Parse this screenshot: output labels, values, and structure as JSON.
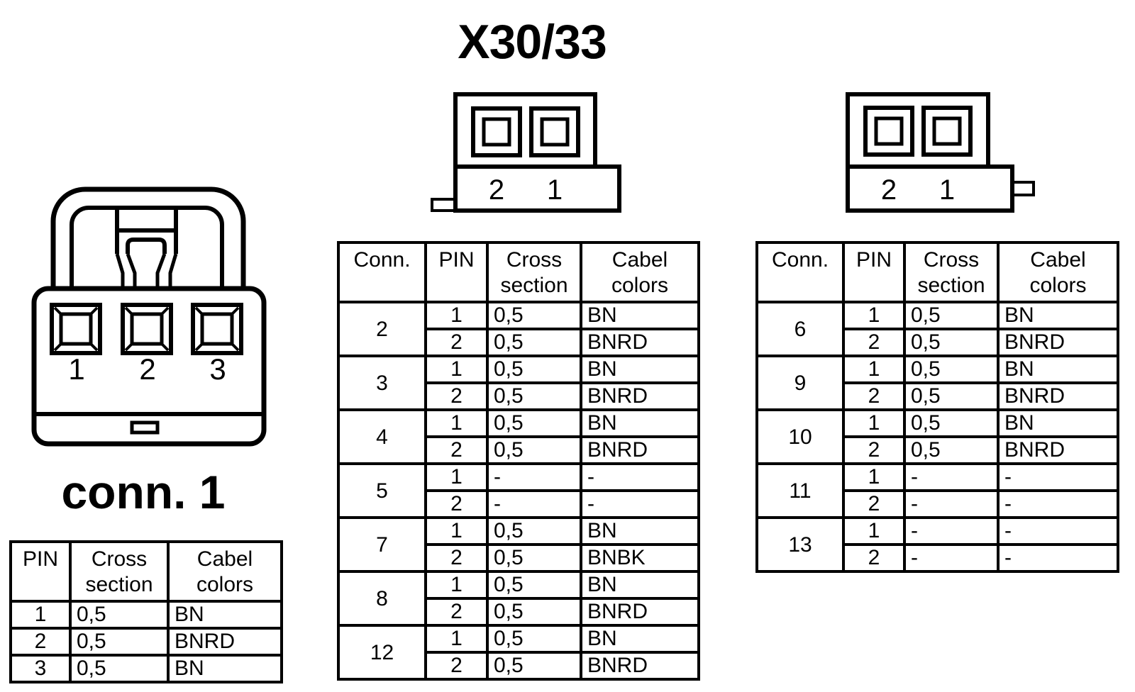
{
  "page": {
    "background": "#ffffff",
    "ink": "#000000"
  },
  "title": "X30/33",
  "conn1": {
    "caption": "conn. 1",
    "pin_labels": [
      "1",
      "2",
      "3"
    ],
    "table": {
      "headers": [
        "PIN",
        "Cross section",
        "Cabel colors"
      ],
      "rows": [
        {
          "pin": "1",
          "cross_section": "0,5",
          "cable_color": "BN"
        },
        {
          "pin": "2",
          "cross_section": "0,5",
          "cable_color": "BNRD"
        },
        {
          "pin": "3",
          "cross_section": "0,5",
          "cable_color": "BN"
        }
      ]
    }
  },
  "connector_a": {
    "pin_labels": [
      "2",
      "1"
    ]
  },
  "connector_b": {
    "pin_labels": [
      "2",
      "1"
    ]
  },
  "table_a": {
    "headers": [
      "Conn.",
      "PIN",
      "Cross section",
      "Cabel colors"
    ],
    "groups": [
      {
        "conn": "2",
        "pins": [
          {
            "pin": "1",
            "cross_section": "0,5",
            "cable_color": "BN"
          },
          {
            "pin": "2",
            "cross_section": "0,5",
            "cable_color": "BNRD"
          }
        ]
      },
      {
        "conn": "3",
        "pins": [
          {
            "pin": "1",
            "cross_section": "0,5",
            "cable_color": "BN"
          },
          {
            "pin": "2",
            "cross_section": "0,5",
            "cable_color": "BNRD"
          }
        ]
      },
      {
        "conn": "4",
        "pins": [
          {
            "pin": "1",
            "cross_section": "0,5",
            "cable_color": "BN"
          },
          {
            "pin": "2",
            "cross_section": "0,5",
            "cable_color": "BNRD"
          }
        ]
      },
      {
        "conn": "5",
        "pins": [
          {
            "pin": "1",
            "cross_section": "-",
            "cable_color": "-"
          },
          {
            "pin": "2",
            "cross_section": "-",
            "cable_color": "-"
          }
        ]
      },
      {
        "conn": "7",
        "pins": [
          {
            "pin": "1",
            "cross_section": "0,5",
            "cable_color": "BN"
          },
          {
            "pin": "2",
            "cross_section": "0,5",
            "cable_color": "BNBK"
          }
        ]
      },
      {
        "conn": "8",
        "pins": [
          {
            "pin": "1",
            "cross_section": "0,5",
            "cable_color": "BN"
          },
          {
            "pin": "2",
            "cross_section": "0,5",
            "cable_color": "BNRD"
          }
        ]
      },
      {
        "conn": "12",
        "pins": [
          {
            "pin": "1",
            "cross_section": "0,5",
            "cable_color": "BN"
          },
          {
            "pin": "2",
            "cross_section": "0,5",
            "cable_color": "BNRD"
          }
        ]
      }
    ]
  },
  "table_b": {
    "headers": [
      "Conn.",
      "PIN",
      "Cross section",
      "Cabel colors"
    ],
    "groups": [
      {
        "conn": "6",
        "pins": [
          {
            "pin": "1",
            "cross_section": "0,5",
            "cable_color": "BN"
          },
          {
            "pin": "2",
            "cross_section": "0,5",
            "cable_color": "BNRD"
          }
        ]
      },
      {
        "conn": "9",
        "pins": [
          {
            "pin": "1",
            "cross_section": "0,5",
            "cable_color": "BN"
          },
          {
            "pin": "2",
            "cross_section": "0,5",
            "cable_color": "BNRD"
          }
        ]
      },
      {
        "conn": "10",
        "pins": [
          {
            "pin": "1",
            "cross_section": "0,5",
            "cable_color": "BN"
          },
          {
            "pin": "2",
            "cross_section": "0,5",
            "cable_color": "BNRD"
          }
        ]
      },
      {
        "conn": "11",
        "pins": [
          {
            "pin": "1",
            "cross_section": "-",
            "cable_color": "-"
          },
          {
            "pin": "2",
            "cross_section": "-",
            "cable_color": "-"
          }
        ]
      },
      {
        "conn": "13",
        "pins": [
          {
            "pin": "1",
            "cross_section": "-",
            "cable_color": "-"
          },
          {
            "pin": "2",
            "cross_section": "-",
            "cable_color": "-"
          }
        ]
      }
    ]
  }
}
